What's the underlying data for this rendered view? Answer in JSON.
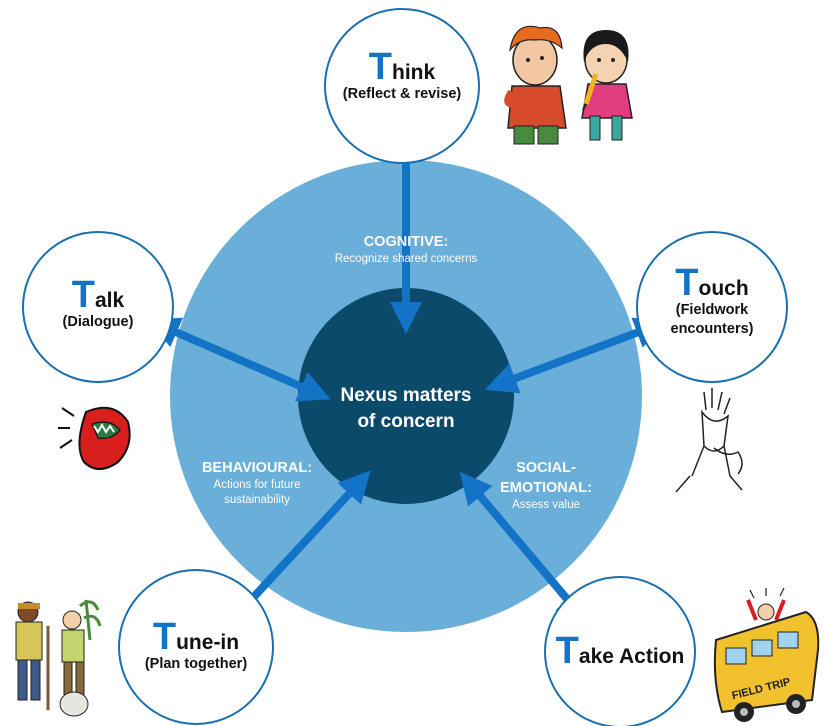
{
  "colors": {
    "outer_ring": "#6aafd9",
    "inner_circle": "#0b4a6a",
    "arrow": "#1273c7",
    "node_border": "#1a6fae",
    "letter": "#1273c7"
  },
  "center": {
    "line1": "Nexus matters",
    "line2": "of concern"
  },
  "domains": {
    "cognitive": {
      "heading": "COGNITIVE:",
      "text": "Recognize shared concerns"
    },
    "behavioural": {
      "heading": "BEHAVIOURAL:",
      "line1": "Actions for future",
      "line2": "sustainability"
    },
    "social": {
      "heading1": "SOCIAL-",
      "heading2": "EMOTIONAL:",
      "text": "Assess value"
    }
  },
  "nodes": {
    "think": {
      "letter": "T",
      "rest": "hink",
      "sub1": "(Reflect & revise)"
    },
    "talk": {
      "letter": "T",
      "rest": "alk",
      "sub1": "(Dialogue)"
    },
    "touch": {
      "letter": "T",
      "rest": "ouch",
      "sub1": "(Fieldwork",
      "sub2": "encounters)"
    },
    "tunein": {
      "letter": "T",
      "rest": "une-in",
      "sub1": "(Plan together)"
    },
    "takeaction": {
      "letter": "T",
      "rest": "ake Action"
    }
  },
  "illustrations": {
    "bus_sign": "FIELD TRIP"
  }
}
